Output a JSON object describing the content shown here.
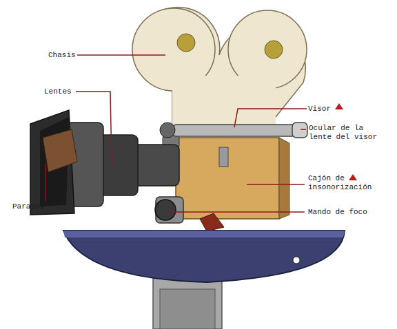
{
  "diagram": {
    "labels": [
      "Chasis",
      "Lentes",
      "Visor",
      "Ocular de la lente del visor",
      "Cajón de insonorización",
      "Mando de foco",
      "Parasol"
    ]
  }
}
